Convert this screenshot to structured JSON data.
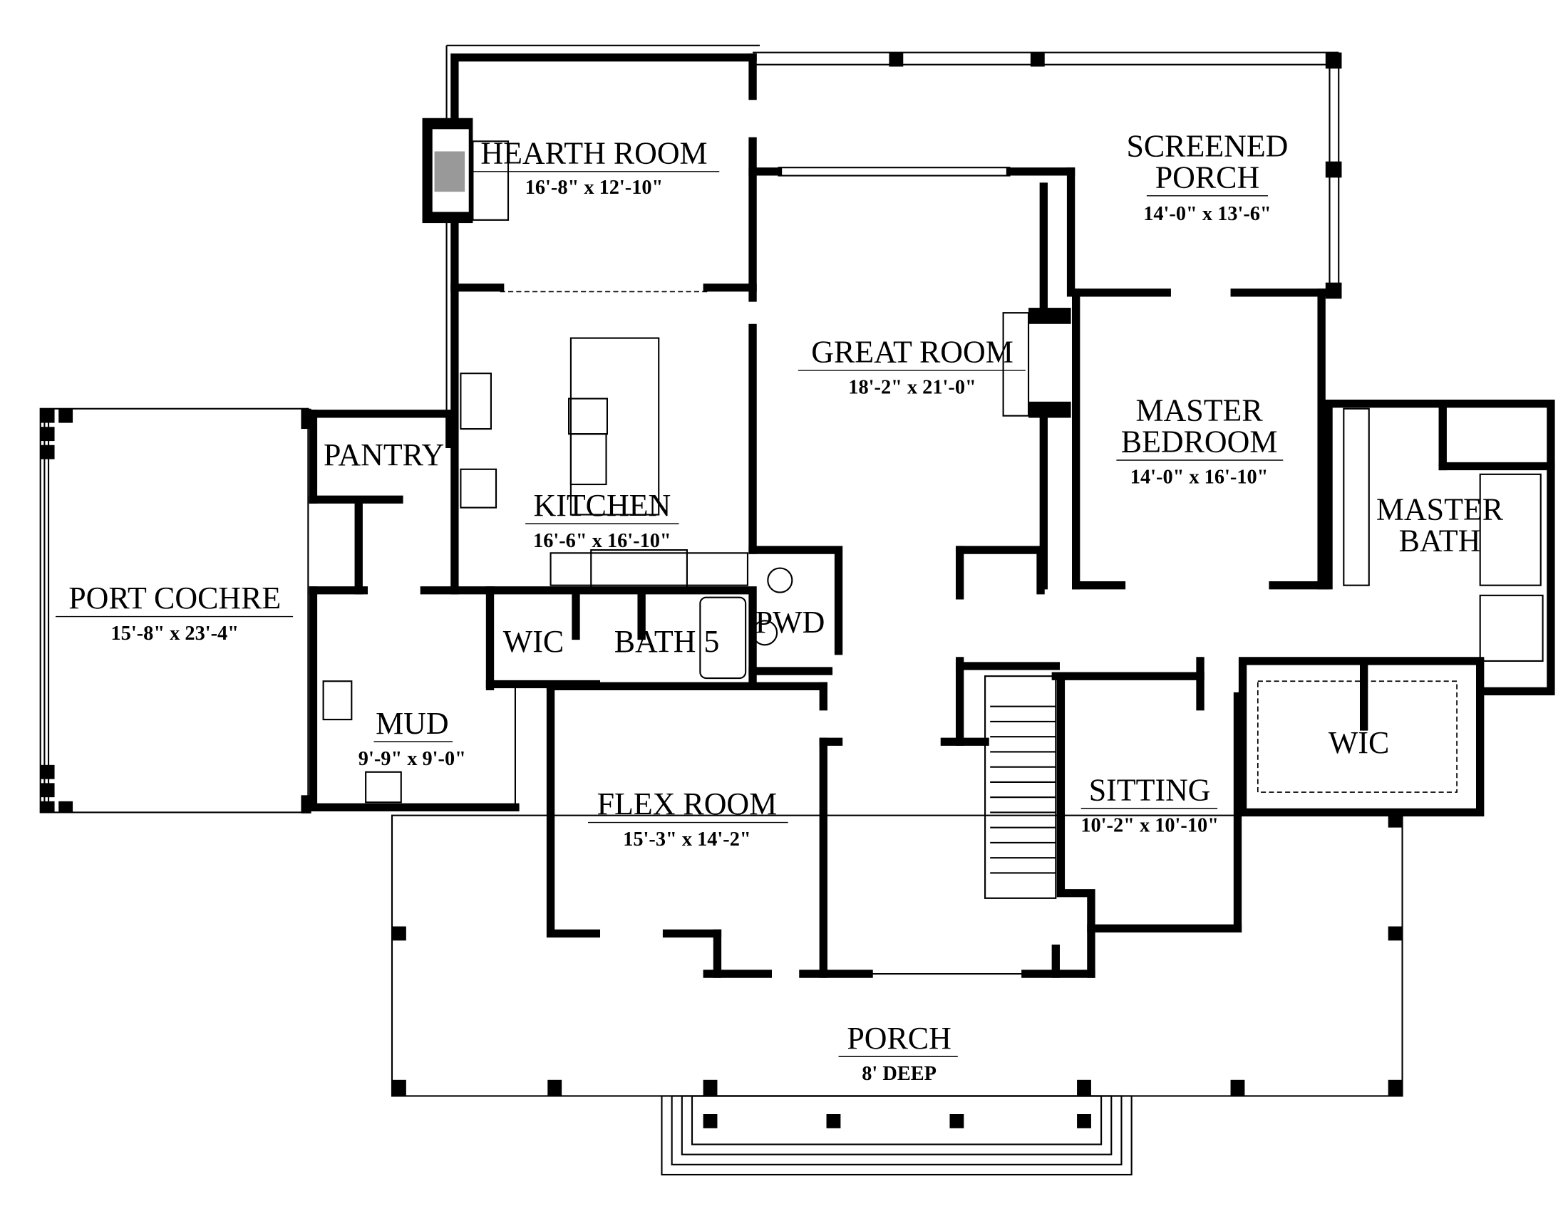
{
  "plan": {
    "rooms": {
      "hearth": {
        "name": "HEARTH ROOM",
        "dims": "16'-8\" x 12'-10\""
      },
      "screened_porch": {
        "name_line1": "SCREENED",
        "name_line2": "PORCH",
        "dims": "14'-0\" x 13'-6\""
      },
      "great_room": {
        "name": "GREAT ROOM",
        "dims": "18'-2\" x 21'-0\""
      },
      "master_bedroom": {
        "name_line1": "MASTER",
        "name_line2": "BEDROOM",
        "dims": "14'-0\" x 16'-10\""
      },
      "master_bath": {
        "name_line1": "MASTER",
        "name_line2": "BATH"
      },
      "pantry": {
        "name": "PANTRY"
      },
      "kitchen": {
        "name": "KITCHEN",
        "dims": "16'-6\" x 16'-10\""
      },
      "port_cochre": {
        "name": "PORT COCHRE",
        "dims": "15'-8\" x 23'-4\""
      },
      "wic_left": {
        "name": "WIC"
      },
      "bath5": {
        "name": "BATH 5"
      },
      "pwd": {
        "name": "PWD"
      },
      "mud": {
        "name": "MUD",
        "dims": "9'-9\" x 9'-0\""
      },
      "wic_master": {
        "name": "WIC"
      },
      "flex_room": {
        "name": "FLEX ROOM",
        "dims": "15'-3\" x 14'-2\""
      },
      "sitting": {
        "name": "SITTING",
        "dims": "10'-2\" x 10'-10\""
      },
      "porch": {
        "name": "PORCH",
        "dims": "8' DEEP"
      }
    }
  }
}
